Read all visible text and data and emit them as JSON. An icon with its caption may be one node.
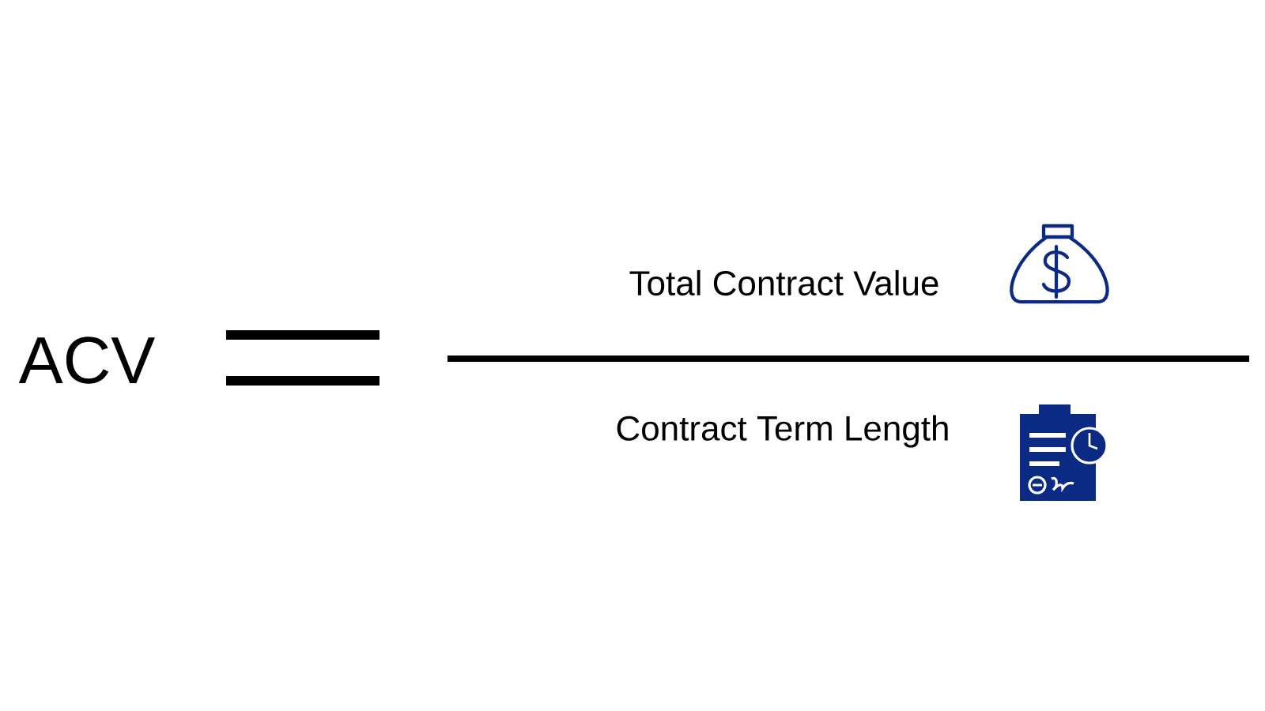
{
  "diagram": {
    "labels": [
      "ACV",
      "Total Contract Value",
      "Contract Term Length"
    ]
  }
}
